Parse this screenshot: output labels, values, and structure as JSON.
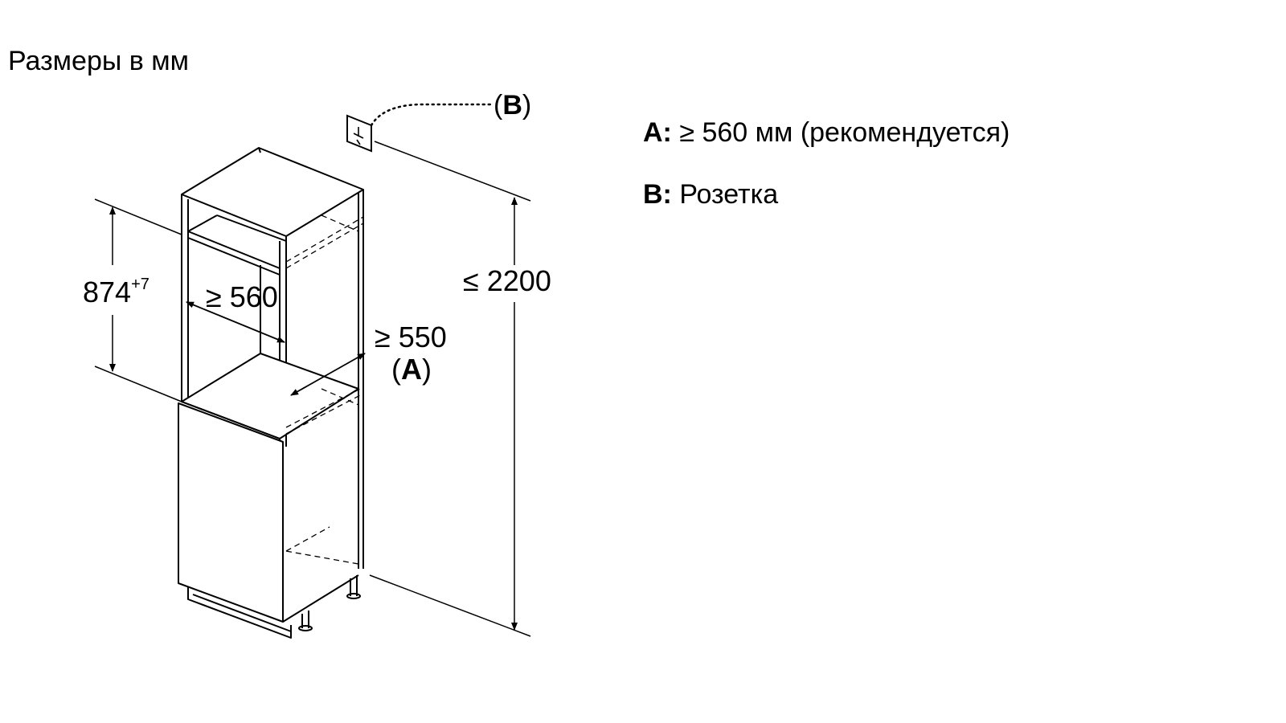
{
  "title": "Размеры в мм",
  "legend": [
    {
      "key": "A:",
      "text": "≥ 560 мм (рекомендуется)"
    },
    {
      "key": "B:",
      "text": "Розетка"
    }
  ],
  "dimensions": {
    "niche_height_value": "874",
    "niche_height_tolerance": "+7",
    "width": "≥ 560",
    "depth": "≥ 550",
    "total_height": "≤ 2200"
  },
  "markers": {
    "a_open": "(",
    "a_letter": "A",
    "a_close": ")",
    "b_open": "(",
    "b_letter": "B",
    "b_close": ")"
  },
  "icons": {
    "socket": "socket-icon"
  }
}
